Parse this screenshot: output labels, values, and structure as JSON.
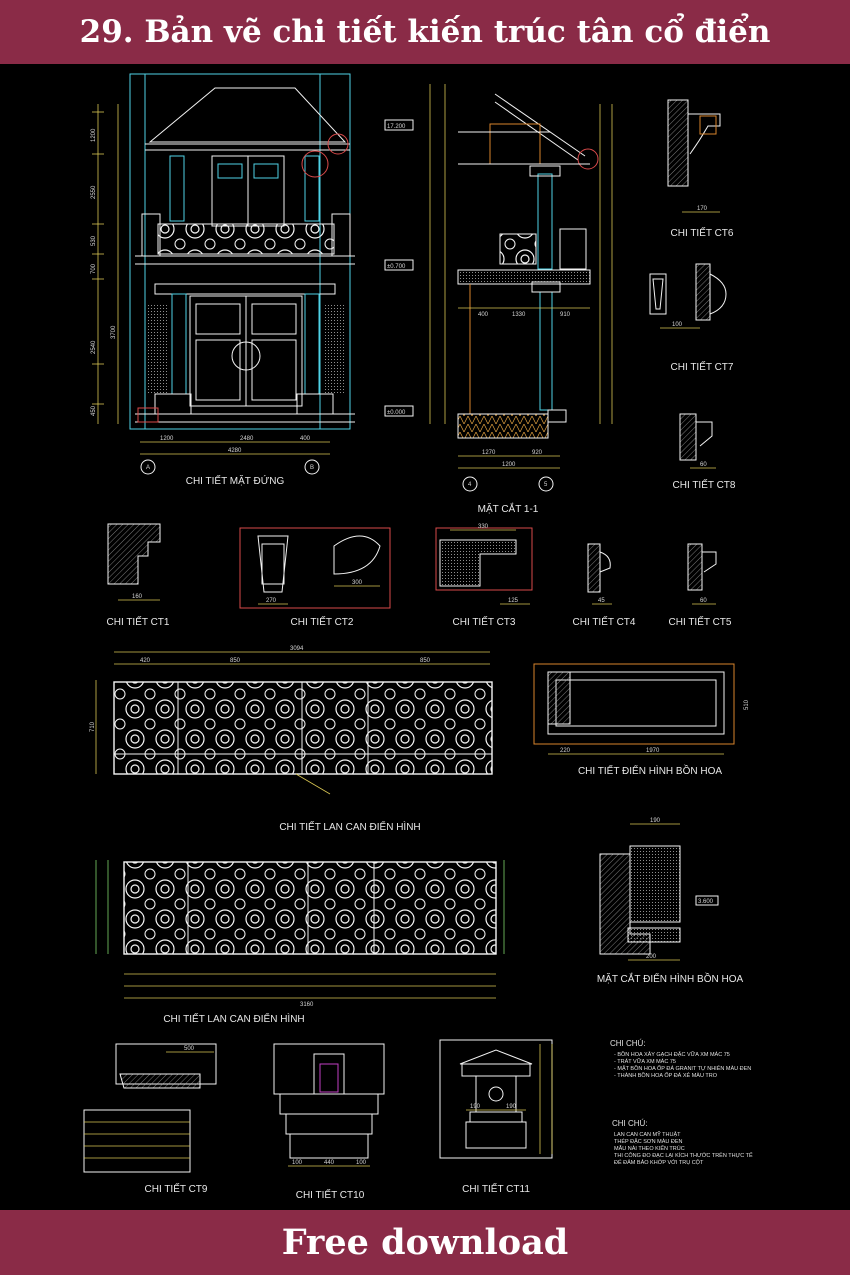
{
  "header": {
    "title": "29. Bản vẽ chi tiết kiến trúc tân cổ điển"
  },
  "footer": {
    "label": "Free download"
  },
  "drawings": {
    "elevation": {
      "caption": "CHI TIẾT MẶT ĐỨNG",
      "dims_bottom": [
        "1200",
        "2480",
        "400"
      ],
      "dim_total": "4280",
      "dims_left": [
        "1200",
        "2550",
        "530",
        "700",
        "3700",
        "2540",
        "450"
      ],
      "grid_a": "A",
      "grid_b": "B"
    },
    "section": {
      "caption": "MẶT CẮT 1-1",
      "levels": [
        "17.200",
        "±0.700",
        "±0.000"
      ],
      "dims_bottom": [
        "1270",
        "920"
      ],
      "dim_total": "1200",
      "dims_mid": [
        "400",
        "1330",
        "910"
      ],
      "grid_a": "4",
      "grid_b": "5"
    },
    "ct1": {
      "caption": "CHI TIẾT CT1",
      "dim": "160"
    },
    "ct2": {
      "caption": "CHI TIẾT CT2",
      "dims": [
        "270",
        "300"
      ]
    },
    "ct3": {
      "caption": "CHI TIẾT CT3",
      "dims": [
        "330",
        "125"
      ]
    },
    "ct4": {
      "caption": "CHI TIẾT CT4",
      "dim": "45"
    },
    "ct5": {
      "caption": "CHI TIẾT CT5",
      "dim": "60"
    },
    "ct6": {
      "caption": "CHI TIẾT CT6",
      "dim": "170"
    },
    "ct7": {
      "caption": "CHI TIẾT CT7",
      "dim": "100"
    },
    "ct8": {
      "caption": "CHI TIẾT CT8",
      "dim": "60"
    },
    "railing1": {
      "caption": "CHI TIẾT LAN CAN ĐIỂN HÌNH",
      "dim_total": "3094",
      "dims_top": [
        "420",
        "850",
        "850"
      ],
      "dim_side": "710"
    },
    "planter_plan": {
      "caption": "CHI TIẾT ĐIỂN HÌNH BỒN HOA",
      "dims": [
        "220",
        "1970"
      ],
      "dim_side": "510"
    },
    "railing2": {
      "caption": "CHI TIẾT LAN CAN ĐIỂN HÌNH",
      "dim_total": "3160"
    },
    "planter_section": {
      "caption": "MẶT CẮT ĐIỂN HÌNH BỒN HOA",
      "dims": [
        "190",
        "200"
      ],
      "level": "3.600"
    },
    "ct9": {
      "caption": "CHI TIẾT CT9",
      "dim": "500"
    },
    "ct10": {
      "caption": "CHI TIẾT CT10",
      "dims": [
        "100",
        "440",
        "100"
      ]
    },
    "ct11": {
      "caption": "CHI TIẾT CT11",
      "dims": [
        "190",
        "190"
      ]
    },
    "notes": {
      "title1": "CHI CHÚ:",
      "lines1": [
        "- BỒN HOA XÂY GẠCH ĐẶC VỮA XM MÁC 75",
        "- TRÁT VỮA XM MÁC 75",
        "- MẶT BỒN HOA ỐP ĐÁ GRANIT TỰ NHIÊN MÀU ĐEN",
        "- THÀNH BỒN HOA ỐP ĐÁ XẺ MÀU TRO"
      ],
      "title2": "CHI CHÚ:",
      "lines2": [
        "LAN CAN CAN MỸ THUẬT",
        "THÉP ĐẶC SƠN MÀU ĐEN",
        "MẪU NÀI THEO KIẾN TRÚC",
        "THI CÔNG ĐO ĐẠC LẠI KÍCH THƯỚC TRÊN THỰC TẾ",
        "ĐỂ ĐẢM BẢO KHỚP VỚI TRỤ CỘT"
      ]
    }
  }
}
